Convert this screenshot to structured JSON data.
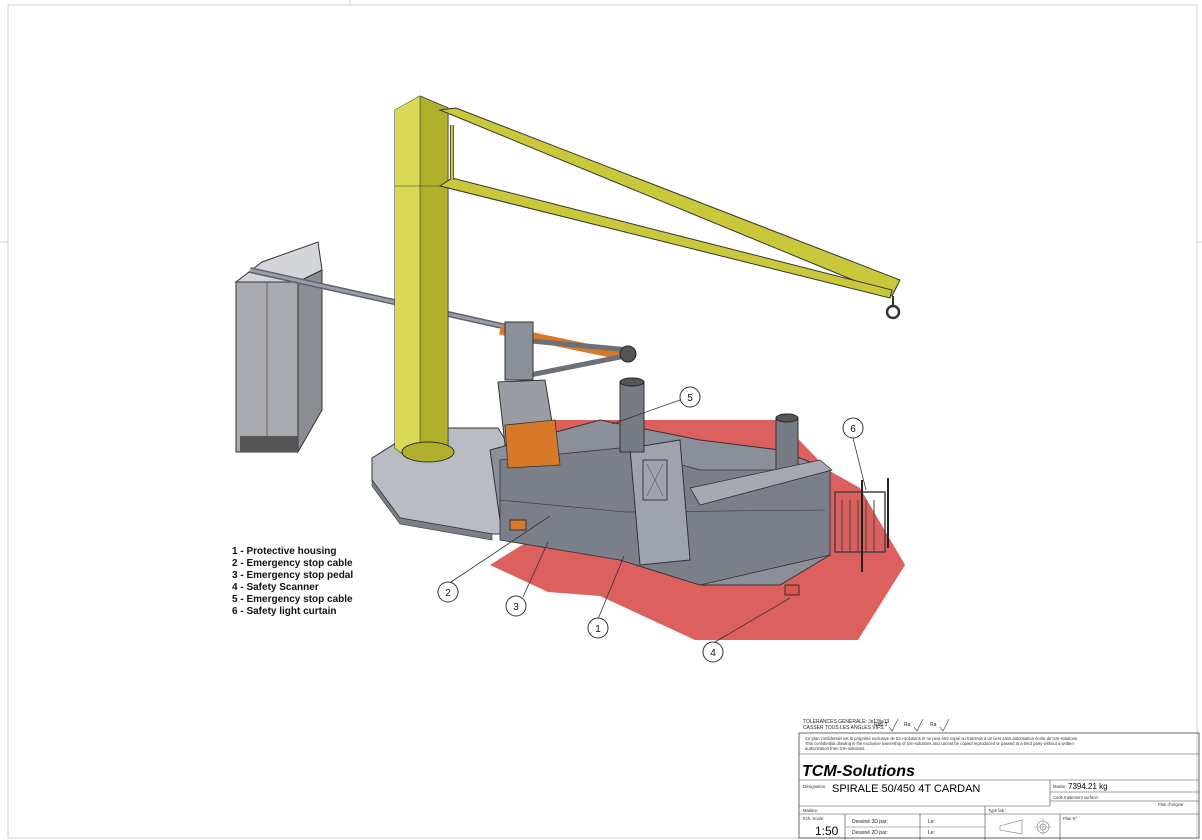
{
  "legend": {
    "items": [
      "1 - Protective housing",
      "2 - Emergency stop cable",
      "3 - Emergency stop pedal",
      "4 - Safety Scanner",
      "5 - Emergency stop cable",
      "6 - Safety light curtain"
    ]
  },
  "callouts": [
    "1",
    "2",
    "3",
    "4",
    "5",
    "6"
  ],
  "title_block": {
    "tolerances": "TOLERANCES GENERALE: Js13/js13",
    "angles": "CASSER TOUS LES ANGLES VIFS.",
    "roughness": [
      "Ra6.3",
      "Ra",
      "Ra"
    ],
    "confidential_fr": "Ce plan confidentiel est la propriété exclusive de tcm-solutions et ne peut être copié ou transmis à un tiers sans autorisation écrite de tcm-solutions.",
    "confidential_en_1": "This confidential drawing is the exclusive ownership of tcm-solutions and cannot be copied reproduced or passed to a third party without a written",
    "confidential_en_2": "authorization from tcm-solutions.",
    "company": "TCM-Solutions",
    "designation_label": "Désignation:",
    "designation": "SPIRALE 50/450 4T CARDAN",
    "mass_label": "Masse:",
    "mass": "7394.21 kg",
    "surface_label": "Code traitement surface:",
    "origin_label": "Plan d'origine",
    "material_label": "Matière:",
    "type_label": "Type fab :",
    "scale_label": "Ech. Scale:",
    "scale": "1:50",
    "drawn3d_label": "Dessiné 3D par:",
    "drawn2d_label": "Dessiné 2D par:",
    "date_label_1": "Le:",
    "date_label_2": "Le:",
    "plan_label": "Plan N°"
  },
  "colors": {
    "crane": "#c8c83a",
    "crane_dark": "#8e8e1e",
    "safety_zone": "#d9534f",
    "machine": "#8a8f9a",
    "machine_dark": "#5d626c",
    "cabinet": "#a9abb0",
    "orange": "#d7782a"
  }
}
